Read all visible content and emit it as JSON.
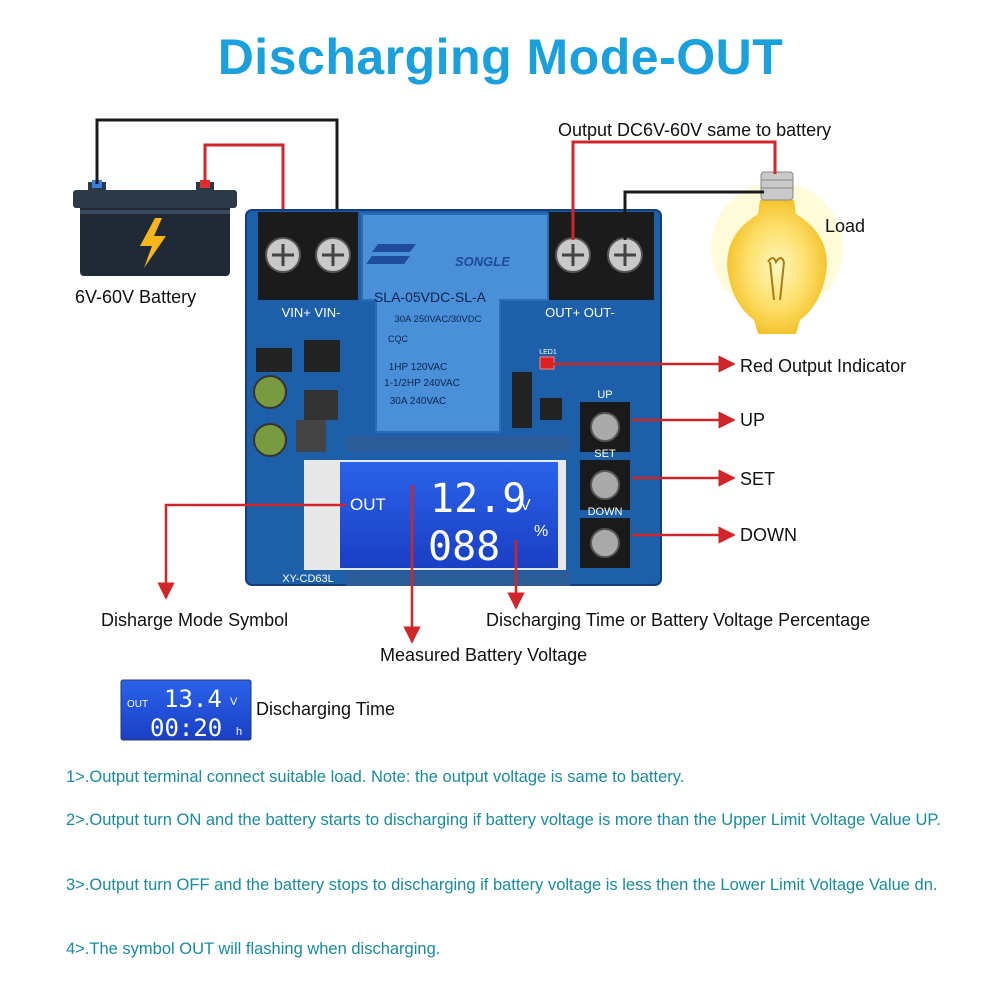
{
  "title": "Discharging Mode-OUT",
  "labels": {
    "output": "Output DC6V-60V same to battery",
    "load": "Load",
    "battery": "6V-60V Battery",
    "red_indicator": "Red Output Indicator",
    "up": "UP",
    "set": "SET",
    "down": "DOWN",
    "mode_symbol": "Disharge Mode Symbol",
    "time_or_pct": "Discharging Time or Battery Voltage Percentage",
    "measured_voltage": "Measured Battery Voltage",
    "discharging_time": "Discharging Time"
  },
  "board": {
    "vin": "VIN+ VIN-",
    "out": "OUT+ OUT-",
    "relay_brand": "SONGLE",
    "relay_model": "SLA-05VDC-SL-A",
    "relay_line1": "30A 250VAC/30VDC",
    "relay_line2": "1HP 120VAC",
    "relay_line3": "1-1/2HP 240VAC",
    "relay_line4": "30A 240VAC",
    "relay_cert": "CQC",
    "btn_up": "UP",
    "btn_set": "SET",
    "btn_down": "DOWN",
    "model": "XY-CD63L",
    "led": "LED1"
  },
  "lcd_main": {
    "out": "OUT",
    "value1": "12.9",
    "unit1": "V",
    "value2": "088",
    "unit2": "%"
  },
  "lcd_small": {
    "out": "OUT",
    "value1": "13.4",
    "unit1": "V",
    "value2": "00:20",
    "unit2": "h"
  },
  "notes": [
    "1>.Output terminal connect suitable load. Note: the output voltage is same to battery.",
    "2>.Output turn ON and the battery starts to discharging if battery voltage is more than the Upper Limit Voltage Value UP.",
    "3>.Output turn OFF and the battery stops to discharging if battery voltage is less then the Lower Limit Voltage Value dn.",
    "4>.The symbol OUT will flashing when discharging."
  ],
  "colors": {
    "title": "#1aa0dc",
    "note": "#1a8a9c",
    "arrow": "#d0262a",
    "board": "#1d5fa8",
    "lcd": "#1e4fd8"
  }
}
